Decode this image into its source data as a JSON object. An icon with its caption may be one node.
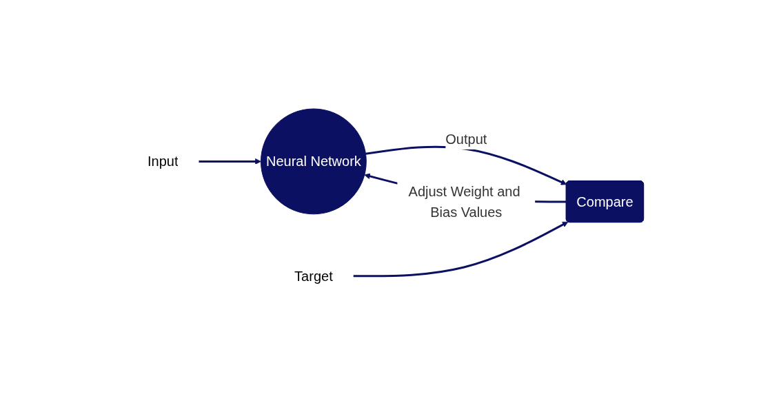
{
  "diagram": {
    "nodes": [
      {
        "text": [
          "Input"
        ]
      },
      {
        "text": [
          "Neural Network"
        ]
      },
      {
        "text": [
          "Compare"
        ]
      },
      {
        "text": [
          "Target"
        ]
      }
    ],
    "edges": [
      {
        "from": 0,
        "to": 1,
        "arrow": "to"
      },
      {
        "from": 1,
        "to": 2,
        "arrow": "to",
        "label": "Output"
      },
      {
        "from": 3,
        "to": 2,
        "arrow": "to"
      },
      {
        "from": 2,
        "to": 1,
        "arrow": "to",
        "label": "Adjust Weight and Bias Values"
      }
    ]
  }
}
